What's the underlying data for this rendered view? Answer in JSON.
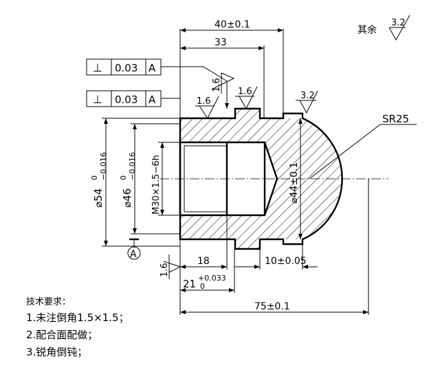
{
  "drawing": {
    "other_surfaces_label": "其余",
    "other_surfaces_roughness": "3.2",
    "tolerance_frames": [
      {
        "symbol": "⊥",
        "value": "0.03",
        "datum": "A"
      },
      {
        "symbol": "⊥",
        "value": "0.03",
        "datum": "A"
      }
    ],
    "datum_label": "A",
    "roughness_marks": [
      "1.6",
      "1.6",
      "1.6",
      "3.2",
      "1.6"
    ],
    "dimensions": {
      "d_40": "40±0.1",
      "d_33": "33",
      "d_sr25": "SR25",
      "d_54_base": "⌀54",
      "d_54_upper": "0",
      "d_54_lower": "−0.016",
      "d_46_base": "⌀46",
      "d_46_upper": "0",
      "d_46_lower": "−0.016",
      "d_thread": "M30×1.5−6h",
      "d_44": "⌀44±0.1",
      "d_18": "18",
      "d_21_base": "21",
      "d_21_upper": "+0.033",
      "d_21_lower": "0",
      "d_10": "10±0.05",
      "d_75": "75±0.1"
    },
    "notes": {
      "title": "技术要求：",
      "items": [
        "1.未注倒角1.5×1.5；",
        "2.配合面配做；",
        "3.锐角倒钝；"
      ]
    }
  }
}
